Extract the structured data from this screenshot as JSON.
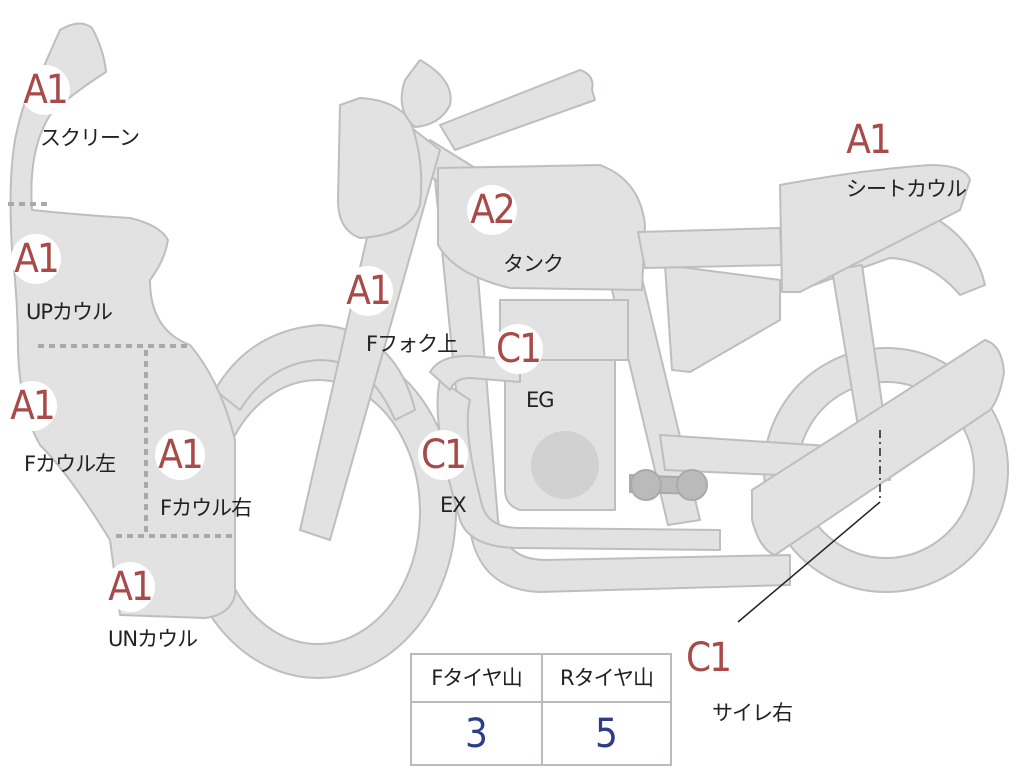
{
  "colors": {
    "grade_text": "#a94a4a",
    "tread_value": "#2c3f86",
    "part_fill": "#e1e2e1",
    "outline": "#bdbfbd",
    "label_text": "#222222"
  },
  "labels": {
    "screen": {
      "grade": "A1",
      "part": "スクリーン"
    },
    "up_cowl": {
      "grade": "A1",
      "part": "UPカウル"
    },
    "f_cowl_left": {
      "grade": "A1",
      "part": "Fカウル左"
    },
    "f_cowl_right": {
      "grade": "A1",
      "part": "Fカウル右"
    },
    "un_cowl": {
      "grade": "A1",
      "part": "UNカウル"
    },
    "f_fork_upper": {
      "grade": "A1",
      "part": "Fフォク上"
    },
    "tank": {
      "grade": "A2",
      "part": "タンク"
    },
    "engine": {
      "grade": "C1",
      "part": "EG"
    },
    "exhaust": {
      "grade": "C1",
      "part": "EX"
    },
    "seat_cowl": {
      "grade": "A1",
      "part": "シートカウル"
    },
    "muffler_right": {
      "grade": "C1",
      "part": "サイレ右"
    }
  },
  "tire_tread": {
    "front_header": "Fタイヤ山",
    "rear_header": "Rタイヤ山",
    "front_value": "3",
    "rear_value": "5"
  }
}
